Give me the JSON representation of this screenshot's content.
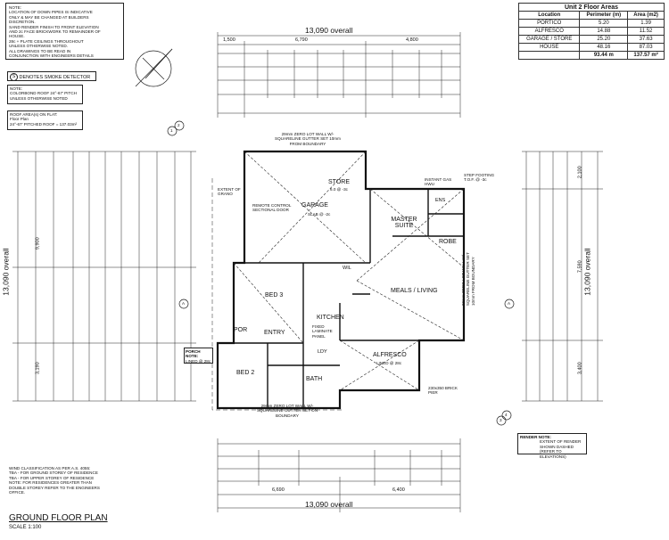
{
  "notes": {
    "heading": "NOTE:",
    "lines": [
      "LOCATION OF DOWN PIPES IS INDICATIVE",
      "ONLY & MAY BE CHANGED AT BUILDERS",
      "DISCRETION.",
      "SAND RENDER FINISH TO FRONT ELEVATION",
      "AND 2c FACE BRICKWORK TO REMAINDER OF",
      "HOUSE.",
      "28c + PLATE CEILINGS THROUGHOUT",
      "UNLESS OTHERWISE NOTED.",
      "ALL DRAWINGS TO BE READ IN",
      "CONJUNCTION WITH ENGINEERS DETAILS"
    ]
  },
  "smoke_detector": {
    "symbol": "S",
    "label": "DENOTES SMOKE DETECTOR"
  },
  "roof_note": {
    "lines": [
      "NOTE:",
      "COLORBOND ROOF 24°-67' PITCH",
      "UNLESS OTHERWISE NOTED"
    ]
  },
  "roof_area": {
    "lines": [
      "ROOF AREA(s) ON FLAT:",
      "Floor Plan",
      "24°-67' PITCHED ROOF = 137.03m²"
    ]
  },
  "areas_table": {
    "title": "Unit 2 Floor Areas",
    "columns": [
      "Location",
      "Perimeter (m)",
      "Area (m2)"
    ],
    "rows": [
      [
        "PORTICO",
        "5.20",
        "1.39"
      ],
      [
        "ALFRESCO",
        "14.88",
        "11.52"
      ],
      [
        "GARAGE / STORE",
        "25.20",
        "37.63"
      ],
      [
        "HOUSE",
        "48.16",
        "87.03"
      ]
    ],
    "total": [
      "",
      "93.44 m",
      "137.57 m²"
    ]
  },
  "dimensions": {
    "overall": "13,090 overall",
    "top_segments": [
      "1,500",
      "6,790",
      "4,800"
    ],
    "bottom_segments": [
      "6,690",
      "6,400"
    ],
    "left_overall": "13,090 overall",
    "left_segments": [
      "9,900",
      "3,190"
    ],
    "right_overall": "13,090 overall",
    "right_segments": [
      "2,100",
      "7,590",
      "3,400"
    ]
  },
  "rooms": {
    "garage": "GARAGE",
    "store": "STORE",
    "master_suite": "MASTER SUITE",
    "robe": "ROBE",
    "wil": "WIL",
    "meals_living": "MEALS / LIVING",
    "bed3": "BED 3",
    "kitchen": "KITCHEN",
    "entry": "ENTRY",
    "por": "POR",
    "bed2": "BED 2",
    "bath": "BATH",
    "alfresco": "ALFRESCO",
    "ens": "ENS",
    "ldy": "LDY"
  },
  "annotations": {
    "zero_lot_top": "29mm ZERO LOT WALL W/- SQUARELINE GUTTER SET 10mm FROM BOUNDARY",
    "zero_lot_bottom": "29mm ZERO LOT WALL W/- SQUARELINE GUTTER SET ON BOUNDARY",
    "zero_lot_right": "29mm ZERO LOT WALL W/- SQUARELINE GUTTER SET 10mm FROM BOUNDARY",
    "porch_note": "PORCH NOTE:",
    "porch_note_detail": "LINED @ 28c",
    "extent_left": "EXTENT OF GRANO",
    "step_footing": "STEP FOOTING T.O.F. @ -3c",
    "fixed_panel": "FIXED LAMINATE PANEL",
    "brick_pier": "230x350 BRICK PIER",
    "instant": "INSTANT GAS HWU",
    "remote": "REMOTE CONTROL SECTIONAL DOOR",
    "store_height": "6.0 @ -3c",
    "garage_slab": "SLAB @ -2c",
    "meals_line": "LINED @ 28c"
  },
  "marker_a": "A",
  "section_markers": [
    "1",
    "2",
    "3",
    "4"
  ],
  "wind_note": {
    "lines": [
      "WIND CLASSIFICATION AS PER A.S. 4055:",
      "TBA - FOR GROUND STOREY OF RESIDENCE",
      "TBA - FOR UPPER STOREY OF RESIDENCE",
      "NOTE: FOR RESIDENCES GREATER THAN",
      "DOUBLE STOREY REFER TO THE ENGINEERS",
      "OFFICE."
    ]
  },
  "render_note": {
    "title": "RENDER NOTE:",
    "lines": [
      "EXTENT OF RENDER",
      "SHOWN DASHED",
      "(REFER TO ELEVATIONS)"
    ]
  },
  "plan_title": "GROUND FLOOR PLAN",
  "scale": "SCALE 1:100",
  "colors": {
    "line": "#222222",
    "paper": "#ffffff"
  }
}
